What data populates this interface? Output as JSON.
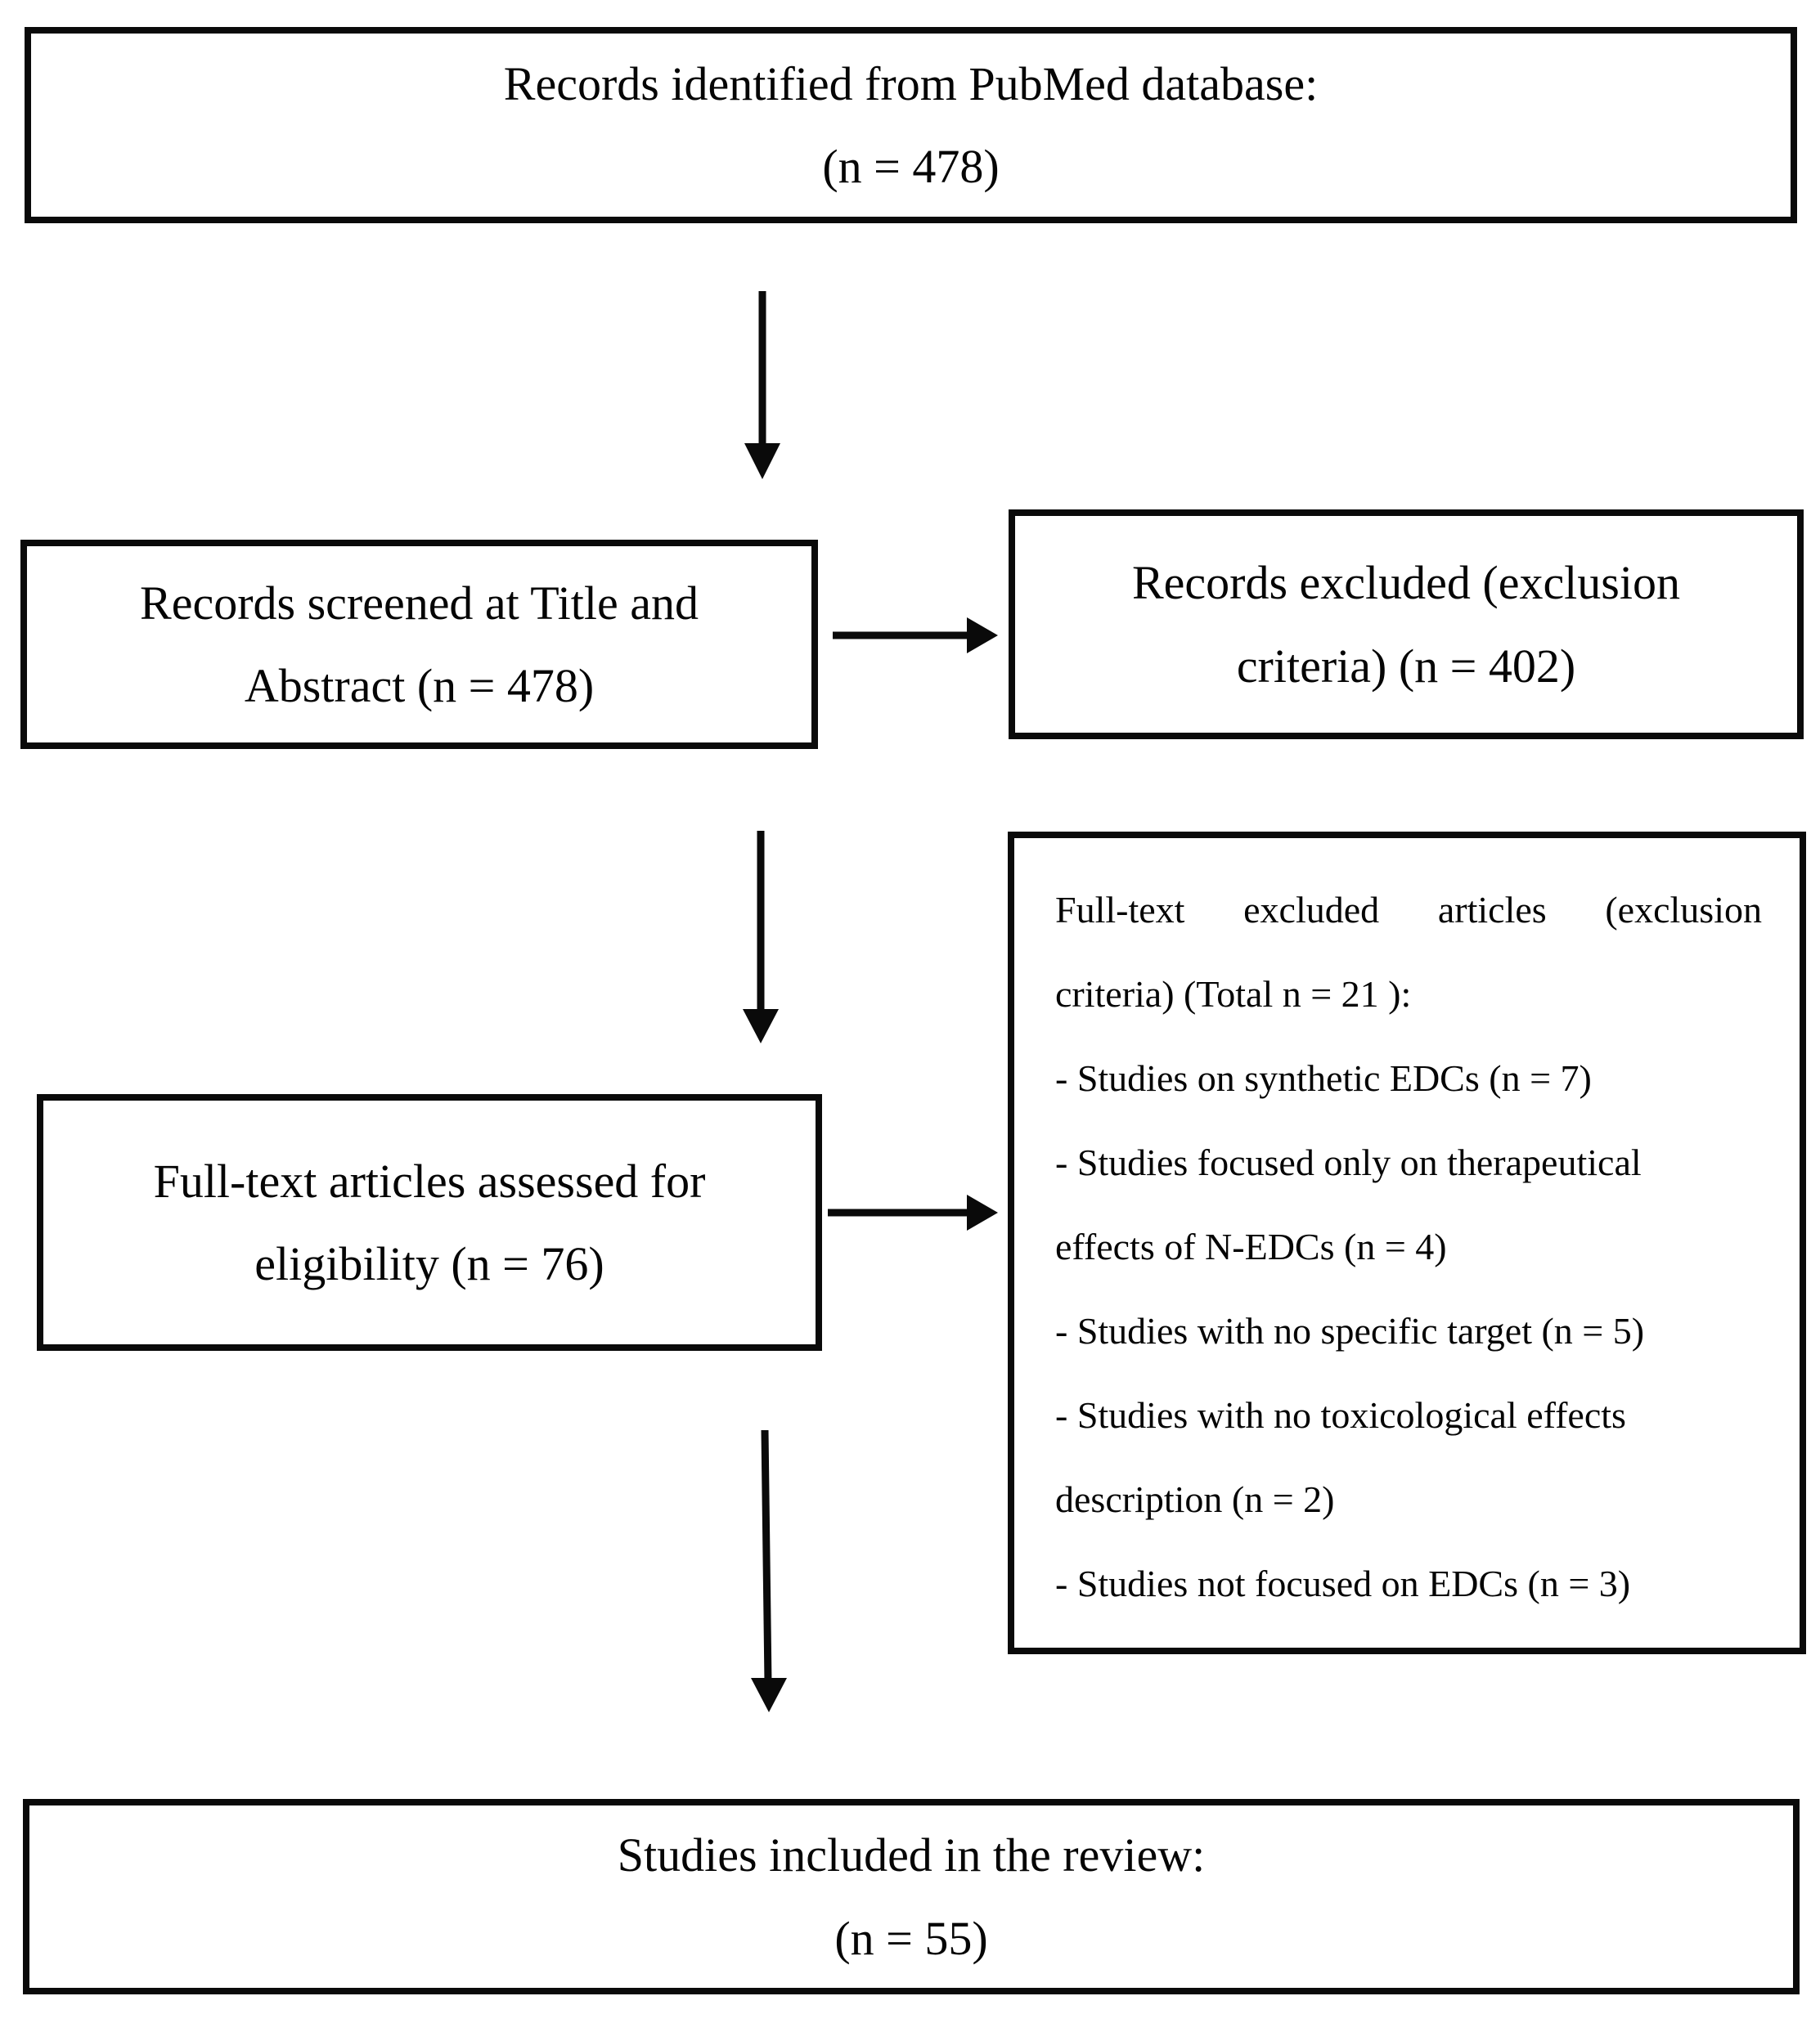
{
  "figure": {
    "type": "prisma-flow-diagram",
    "background_color": "#ffffff",
    "box_border_color": "#0a0a0a",
    "arrow_color": "#0a0a0a",
    "boxes": {
      "identification": {
        "line1": "Records identified from PubMed database:",
        "line2": "(n = 478)"
      },
      "screening": {
        "line1": "Records screened at Title and",
        "line2": "Abstract (n = 478)"
      },
      "excluded_records": {
        "line1": "Records excluded (exclusion",
        "line2": "criteria) (n = 402)"
      },
      "eligibility": {
        "line1": "Full-text articles assessed for",
        "line2": "eligibility (n = 76)"
      },
      "fulltext_excluded": {
        "lines": [
          "Full-text excluded articles (exclusion",
          "criteria) (Total n = 21 ):",
          "- Studies on synthetic EDCs (n = 7)",
          "- Studies focused only on therapeutical",
          "effects of N-EDCs (n = 4)",
          "- Studies with no specific target (n = 5)",
          "- Studies with no toxicological effects",
          "description (n = 2)",
          "- Studies not focused on EDCs (n = 3)"
        ]
      },
      "included": {
        "line1": "Studies included in the review:",
        "line2": "(n = 55)"
      }
    }
  }
}
